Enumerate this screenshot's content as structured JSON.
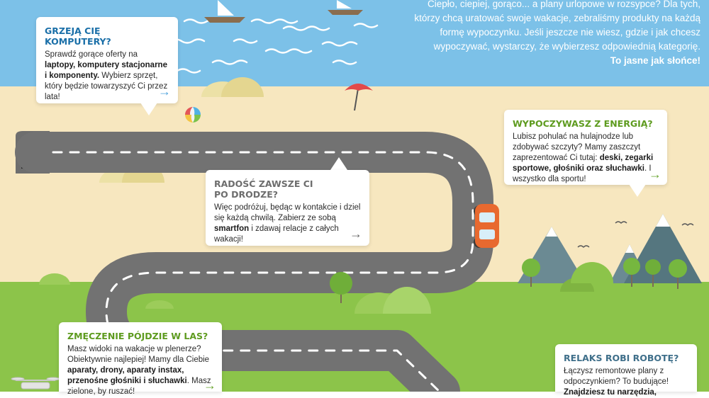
{
  "intro": {
    "lines": [
      "Ciepło, ciepiej, gorąco... a plany urlopowe w rozsypce? Dla tych,",
      "którzy chcą uratować swoje wakacje, zebraliśmy produkty na każdą",
      "formę wypoczynku. Jeśli jeszcze nie wiesz, gdzie i jak chcesz",
      "wypoczywać, wystarczy, że wybierzesz odpowiednią kategorię."
    ],
    "cta": "To jasne jak słońce!"
  },
  "cards": {
    "computers": {
      "title": "GRZEJĄ CIĘ KOMPUTERY?",
      "t1": "Sprawdź gorące oferty na ",
      "b1": "laptopy, komputery stacjonarne i komponenty.",
      "t2": " Wybierz sprzęt, który będzie towarzyszyć Ci przez lata!",
      "arrow": "→"
    },
    "road": {
      "title": "RADOŚĆ ZAWSZE CI PO DRODZE?",
      "t1": "Więc podróżuj, będąc w kontakcie i dziel się każdą chwilą. Zabierz ze sobą ",
      "b1": "smartfon",
      "t2": " i zdawaj relacje z całych wakacji!",
      "arrow": "→"
    },
    "energy": {
      "title": "WYPOCZYWASZ Z ENERGIĄ?",
      "t1": "Lubisz pohulać na hulajnodze lub zdobywać szczyty? Mamy zaszczyt zaprezentować Ci tutaj: ",
      "b1": "deski, zegarki sportowe, głośniki oraz słuchawki",
      "t2": ". I wszystko dla sportu!",
      "arrow": "→"
    },
    "forest": {
      "title": "ZMĘCZENIE PÓJDZIE W LAS?",
      "t1": "Masz widoki na wakacje w plenerze? Obiektywnie najlepiej! Mamy dla Ciebie ",
      "b1": "aparaty, drony, aparaty instax, przenośne głośniki i słuchawki",
      "t2": ". Masz zielone, by ruszać!",
      "arrow": "→"
    },
    "relax": {
      "title": "RELAKS ROBI ROBOTĘ?",
      "t1": "Łączysz remontowe plany z odpoczynkiem? To budujące! ",
      "b1": "Znajdziesz tu narzędzia,",
      "t2": ""
    }
  },
  "colors": {
    "sky": "#7cc1e8",
    "sand": "#f7e7bf",
    "grass": "#8cc44a",
    "road": "#727272",
    "title_blue": "#1a6fa8",
    "title_gray": "#6d6d6d",
    "title_green": "#5e9b1f",
    "arrow_blue": "#4fa3dc",
    "arrow_gray": "#666666",
    "arrow_green": "#6aa531",
    "title_teal": "#3f6f8a"
  }
}
